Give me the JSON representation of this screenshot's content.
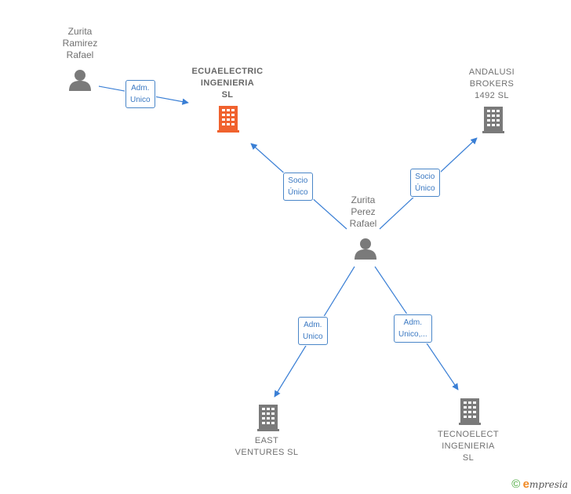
{
  "colors": {
    "edge": "#3a7fd5",
    "person": "#7a7a7a",
    "company": "#7a7a7a",
    "highlight": "#f0622e"
  },
  "nodes": {
    "zurita_ramirez": {
      "label": "Zurita\nRamirez\nRafael",
      "icon": "person-icon"
    },
    "ecuaelectric": {
      "label": "ECUAELECTRIC\nINGENIERIA\nSL",
      "icon": "building-icon"
    },
    "andalusi": {
      "label": "ANDALUSI\nBROKERS\n1492 SL",
      "icon": "building-icon"
    },
    "zurita_perez": {
      "label": "Zurita\nPerez\nRafael",
      "icon": "person-icon"
    },
    "east_ventures": {
      "label": "EAST\nVENTURES SL",
      "icon": "building-icon"
    },
    "tecnoelect": {
      "label": "TECNOELECT\nINGENIERIA\nSL",
      "icon": "building-icon"
    }
  },
  "edges": {
    "e1": "Adm.\nUnico",
    "e2": "Socio\nÚnico",
    "e3": "Socio\nÚnico",
    "e4": "Adm.\nUnico",
    "e5": "Adm.\nUnico,..."
  },
  "footer": {
    "copyright_symbol": "©",
    "brand_initial": "e",
    "brand_rest": "mpresia"
  }
}
